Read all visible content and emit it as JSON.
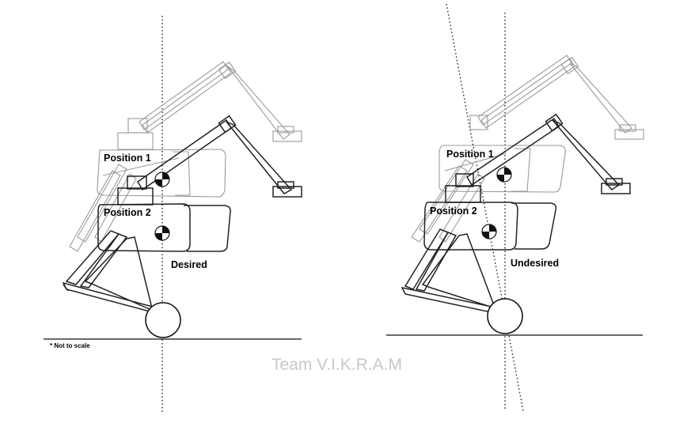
{
  "left": {
    "position1": "Position 1",
    "position2": "Position 2",
    "caption": "Desired",
    "note": "* Not to scale"
  },
  "right": {
    "position1": "Position 1",
    "position2": "Position 2",
    "caption": "Undesired"
  },
  "watermark": "Team V.I.K.R.A.M",
  "colors": {
    "ink": "#222222",
    "ghost": "#9a9a9a",
    "watermark": "#c8c8c8"
  }
}
